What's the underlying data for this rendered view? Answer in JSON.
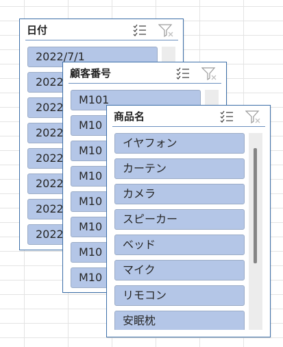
{
  "slicers": [
    {
      "title": "日付",
      "items": [
        "2022/7/1",
        "2022",
        "2022",
        "2022",
        "2022",
        "2022",
        "2022",
        "2022"
      ]
    },
    {
      "title": "顧客番号",
      "items": [
        "M101",
        "M10",
        "M10",
        "M10",
        "M10",
        "M10",
        "M10",
        "M10"
      ]
    },
    {
      "title": "商品名",
      "items": [
        "イヤフォン",
        "カーテン",
        "カメラ",
        "スピーカー",
        "ベッド",
        "マイク",
        "リモコン",
        "安眠枕"
      ]
    }
  ],
  "icons": {
    "multi_select": "multi-select-icon",
    "clear_filter": "clear-filter-icon"
  },
  "colors": {
    "item_selected": "#b4c6e7",
    "slicer_border": "#3b6ea8"
  }
}
